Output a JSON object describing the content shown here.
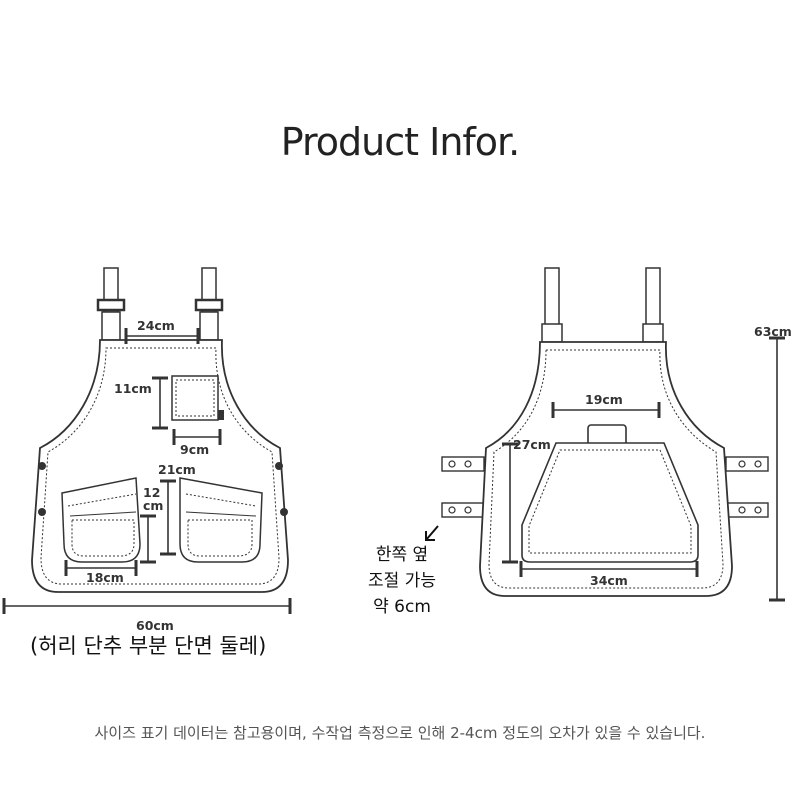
{
  "title": "Product Infor.",
  "front": {
    "strap_width": "24cm",
    "chest_pocket_height": "11cm",
    "chest_pocket_width": "9cm",
    "waist_pocket_label_a": "21cm",
    "waist_pocket_height_a": "12",
    "waist_pocket_height_b": "cm",
    "waist_pocket_width": "18cm",
    "total_width": "60cm"
  },
  "back": {
    "total_height": "63cm",
    "pocket_top_width": "19cm",
    "pocket_height": "27cm",
    "pocket_bottom_width": "34cm"
  },
  "side_note": [
    "한쪽 옆",
    "조절 가능",
    "약 6cm"
  ],
  "caption": "(허리 단추 부분 단면 둘레)",
  "footer": "사이즈 표기 데이터는 참고용이며, 수작업 측정으로 인해 2-4cm 정도의 오차가 있을 수 있습니다."
}
